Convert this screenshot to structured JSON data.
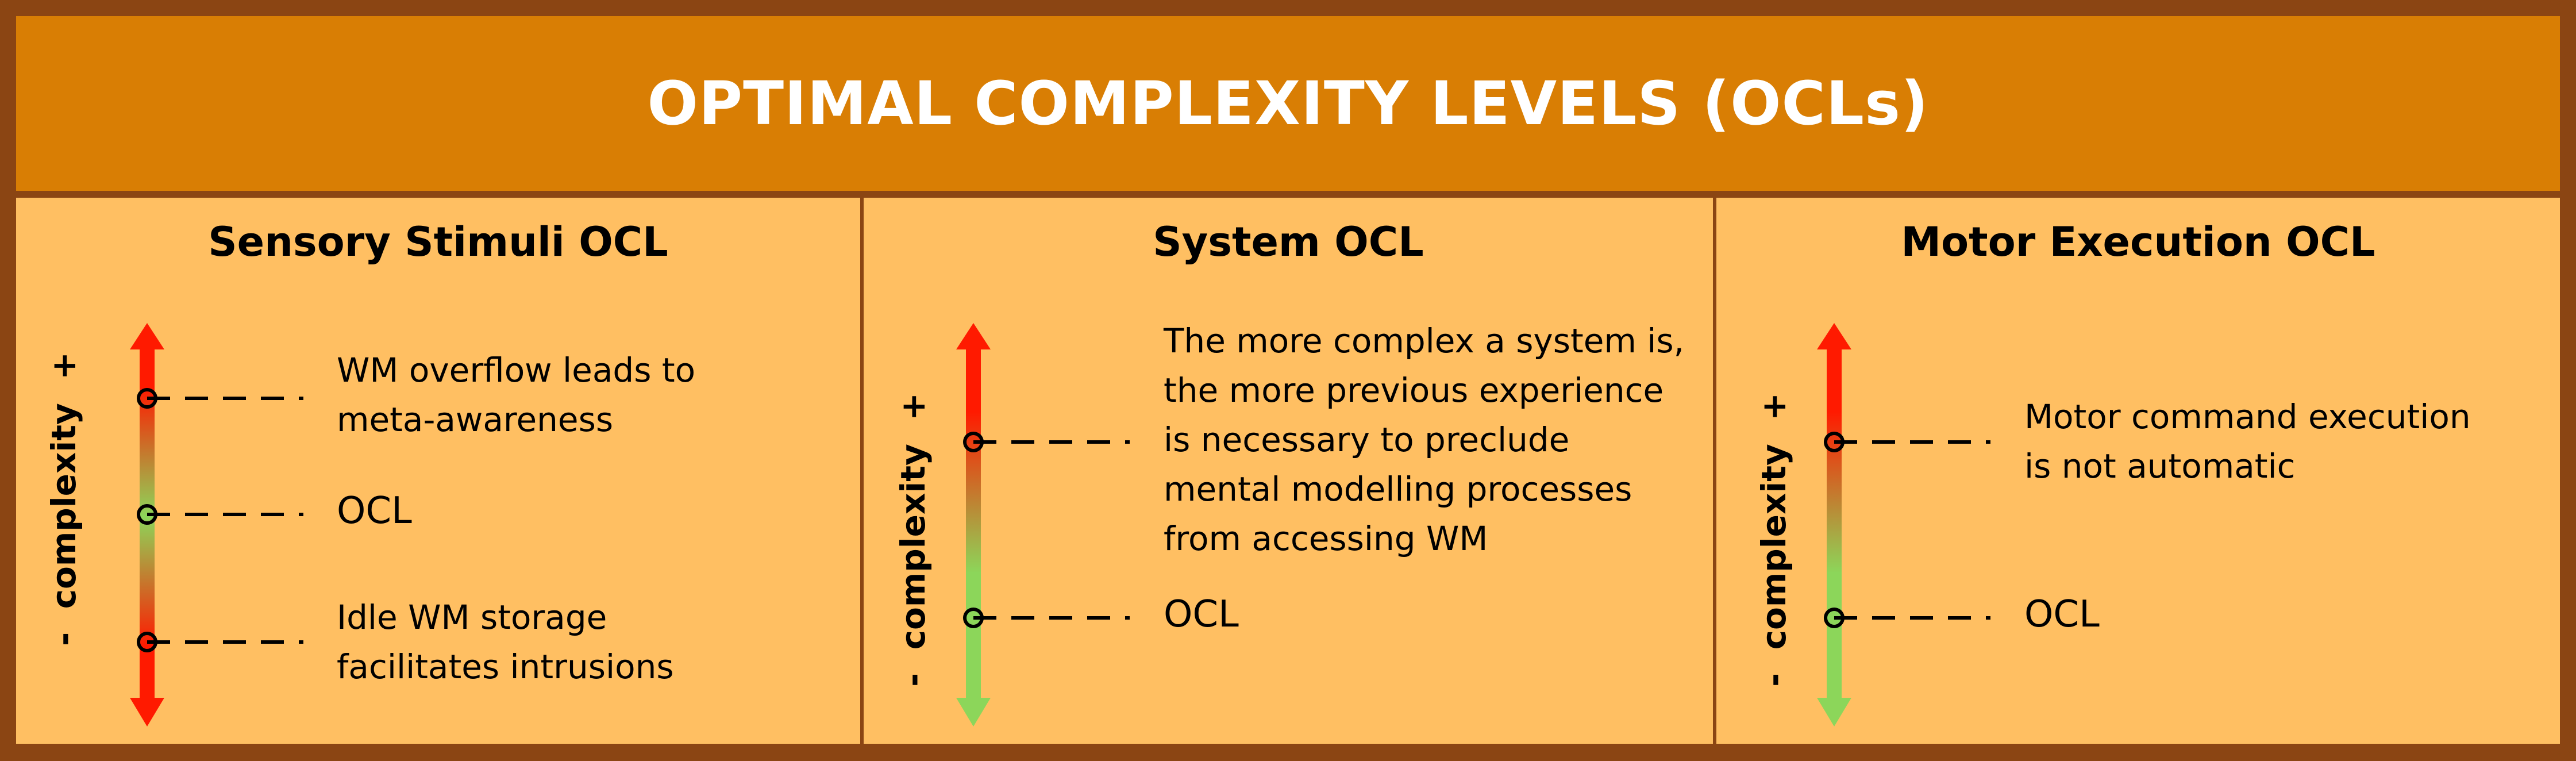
{
  "title": "OPTIMAL COMPLEXITY LEVELS (OCLs)",
  "colors": {
    "frame": "#8B4513",
    "header": "#D97E04",
    "panel": "#FFBF62",
    "high": "#FF1A00",
    "low": "#8CD65A"
  },
  "panels": [
    {
      "title": "Sensory Stimuli OCL",
      "axis_label": "-  complexity  +",
      "gradient": "red-green-red",
      "markers": [
        {
          "text": "WM overflow leads to\nmeta-awareness"
        },
        {
          "text": "OCL"
        },
        {
          "text": "Idle WM storage\nfacilitates intrusions"
        }
      ]
    },
    {
      "title": "System OCL",
      "axis_label": "-  complexity  +",
      "gradient": "red-green",
      "markers": [
        {
          "text": "The more complex a system is,\nthe more previous experience\nis necessary to preclude\nmental modelling processes\nfrom accessing WM"
        },
        {
          "text": "OCL"
        }
      ]
    },
    {
      "title": "Motor Execution OCL",
      "axis_label": "-  complexity  +",
      "gradient": "red-green",
      "markers": [
        {
          "text": "Motor command execution\nis not automatic"
        },
        {
          "text": "OCL"
        }
      ]
    }
  ]
}
